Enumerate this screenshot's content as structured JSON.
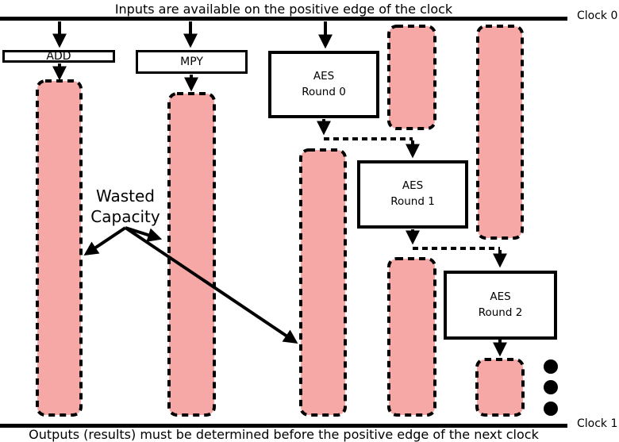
{
  "top": {
    "caption": "Inputs are available on the positive edge of the clock",
    "clock_label": "Clock 0"
  },
  "bottom": {
    "caption": "Outputs (results) must be determined before the positive edge of the next clock",
    "clock_label": "Clock 1"
  },
  "operations": {
    "add": {
      "label": "ADD"
    },
    "mpy": {
      "label": "MPY"
    },
    "aes_round_0": {
      "line1": "AES",
      "line2": "Round 0"
    },
    "aes_round_1": {
      "line1": "AES",
      "line2": "Round 1"
    },
    "aes_round_2": {
      "line1": "AES",
      "line2": "Round 2"
    }
  },
  "annotation": {
    "line1": "Wasted",
    "line2": "Capacity"
  },
  "colors": {
    "wasted_fill": "#f6a8a6",
    "line": "#000000"
  }
}
